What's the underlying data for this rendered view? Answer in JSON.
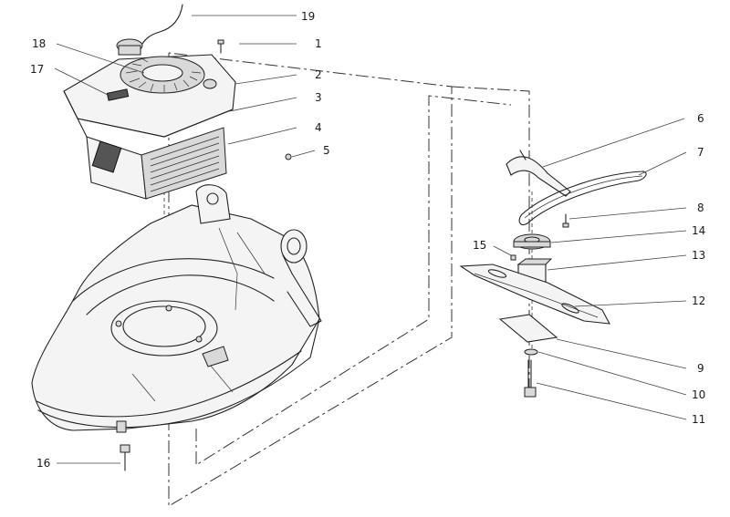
{
  "diagram": {
    "callouts": [
      {
        "id": "19",
        "label": "19"
      },
      {
        "id": "1",
        "label": "1"
      },
      {
        "id": "18",
        "label": "18"
      },
      {
        "id": "17",
        "label": "17"
      },
      {
        "id": "2",
        "label": "2"
      },
      {
        "id": "3",
        "label": "3"
      },
      {
        "id": "4",
        "label": "4"
      },
      {
        "id": "5",
        "label": "5"
      },
      {
        "id": "6",
        "label": "6"
      },
      {
        "id": "7",
        "label": "7"
      },
      {
        "id": "8",
        "label": "8"
      },
      {
        "id": "14",
        "label": "14"
      },
      {
        "id": "15",
        "label": "15"
      },
      {
        "id": "13",
        "label": "13"
      },
      {
        "id": "12",
        "label": "12"
      },
      {
        "id": "9",
        "label": "9"
      },
      {
        "id": "10",
        "label": "10"
      },
      {
        "id": "11",
        "label": "11"
      },
      {
        "id": "16",
        "label": "16"
      }
    ],
    "colors": {
      "line": "#222222",
      "background": "#ffffff"
    }
  }
}
